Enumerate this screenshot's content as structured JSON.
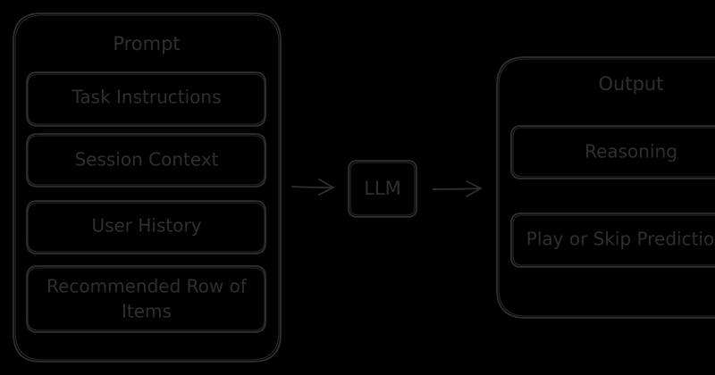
{
  "prompt": {
    "title": "Prompt",
    "items": [
      {
        "lines": [
          "Task Instructions"
        ]
      },
      {
        "lines": [
          "Session Context"
        ]
      },
      {
        "lines": [
          "User History"
        ]
      },
      {
        "lines": [
          "Recommended Row of",
          "Items"
        ]
      }
    ]
  },
  "model": {
    "label": "LLM"
  },
  "output": {
    "title": "Output",
    "items": [
      {
        "lines": [
          "Reasoning"
        ]
      },
      {
        "lines": [
          "Play or Skip Predictio"
        ]
      }
    ]
  },
  "colors": {
    "background": "#000000",
    "ink": "#2f2f2f"
  }
}
